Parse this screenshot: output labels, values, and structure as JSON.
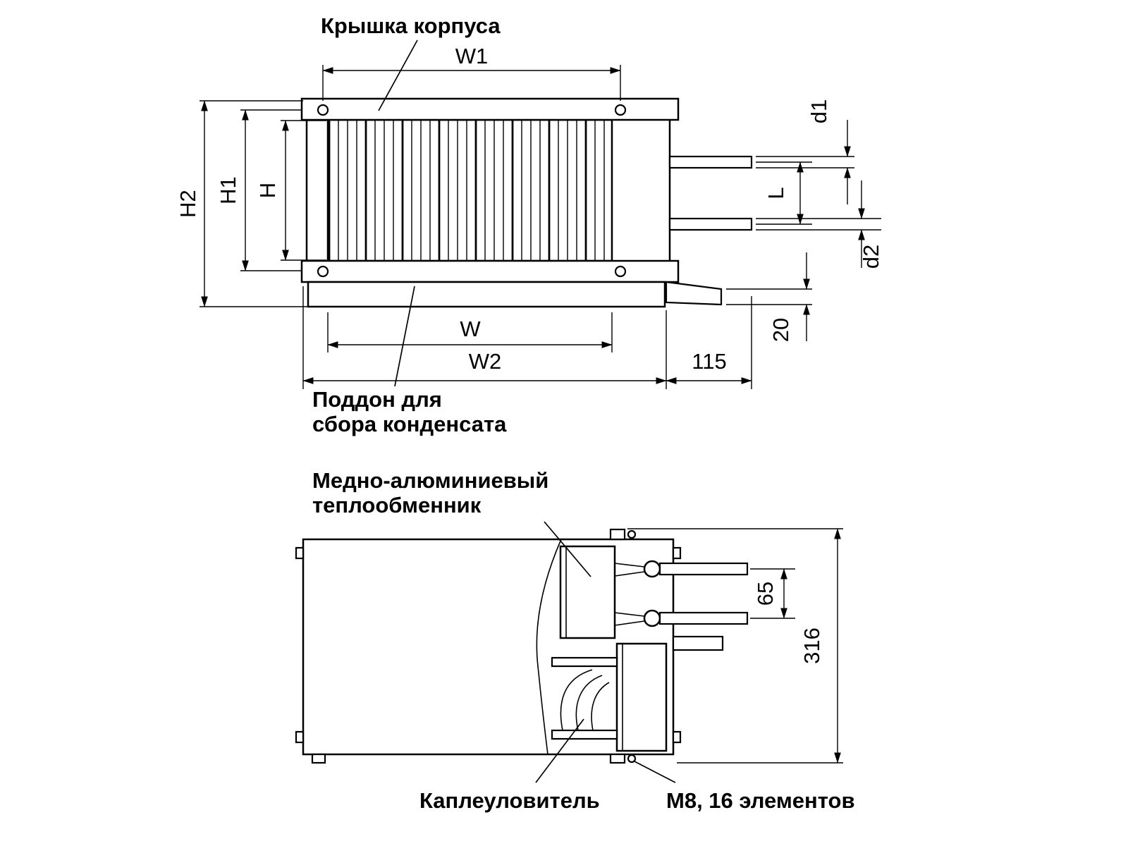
{
  "drawing": {
    "front_view": {
      "callouts": {
        "cover": "Крышка корпуса",
        "pan_line1": "Поддон для",
        "pan_line2": "сбора конденсата"
      },
      "dimensions": {
        "w1": "W1",
        "w": "W",
        "w2": "W2",
        "h": "H",
        "h1": "H1",
        "h2": "H2",
        "d1": "d1",
        "d2": "d2",
        "l": "L",
        "pipe_length": "115",
        "drain_height": "20"
      }
    },
    "plan_view": {
      "callouts": {
        "exchanger_line1": "Медно-алюминиевый",
        "exchanger_line2": "теплообменник",
        "drip_eliminator": "Каплеуловитель",
        "fasteners": "М8, 16 элементов"
      },
      "dimensions": {
        "pipe_spacing": "65",
        "depth": "316"
      }
    },
    "colors": {
      "line": "#000000",
      "background": "#ffffff"
    }
  }
}
